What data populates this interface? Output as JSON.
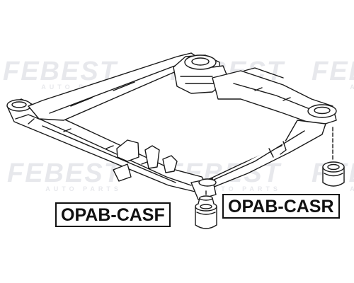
{
  "watermark": {
    "brand": "FEBEST",
    "tagline": "AUTO PARTS"
  },
  "parts": {
    "front_part_number": "OPAB-CASF",
    "rear_part_number": "OPAB-CASR"
  },
  "colors": {
    "line": "#1a1a1a",
    "part_fill": "#ffffff",
    "watermark": "#b9bec8"
  }
}
